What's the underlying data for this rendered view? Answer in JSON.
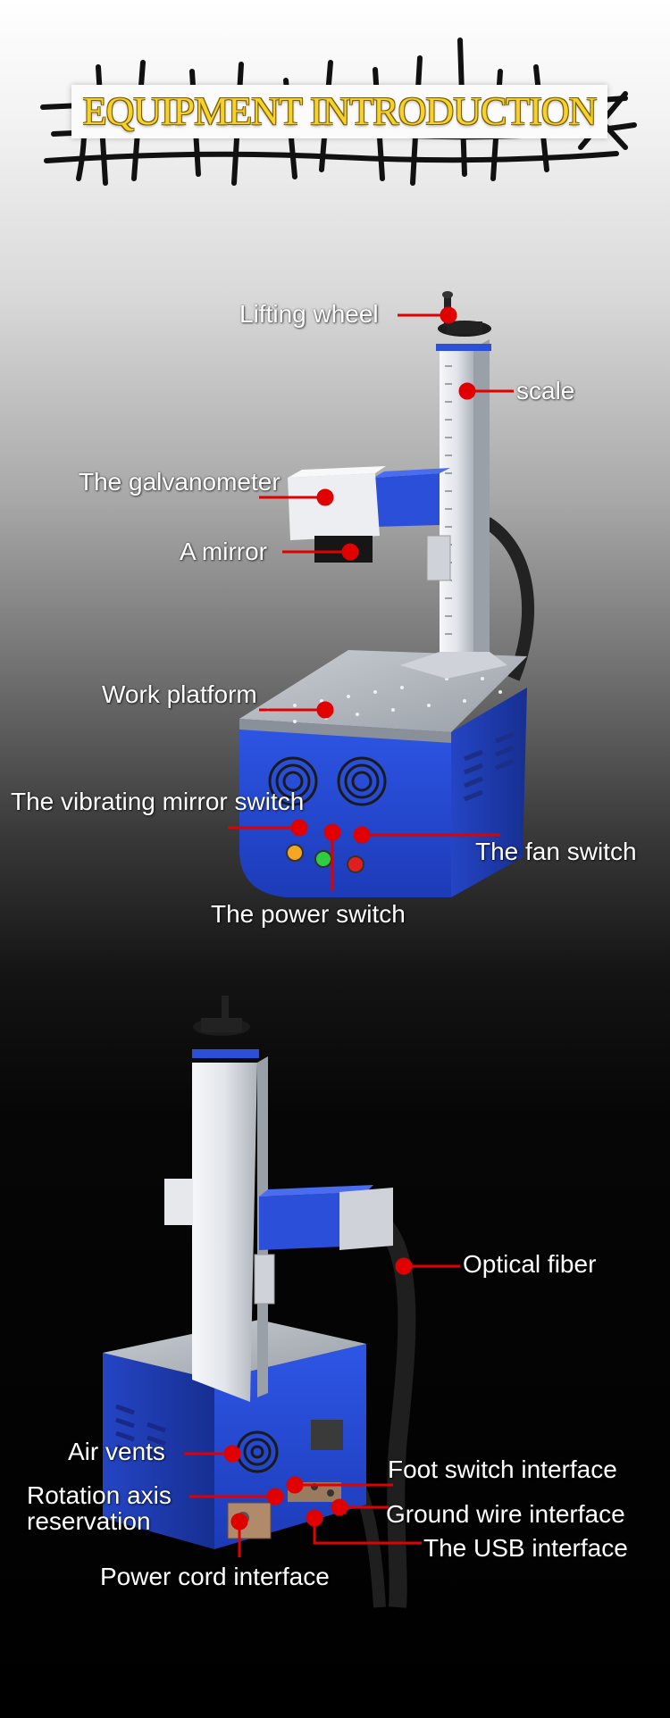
{
  "title": "EQUIPMENT INTRODUCTION",
  "front_view": {
    "labels": {
      "lifting_wheel": "Lifting wheel",
      "scale": "scale",
      "galvanometer": "The galvanometer",
      "mirror": "A mirror",
      "work_platform": "Work platform",
      "vibrating_mirror_switch": "The vibrating mirror switch",
      "fan_switch": "The fan switch",
      "power_switch": "The power switch"
    }
  },
  "rear_view": {
    "labels": {
      "optical_fiber": "Optical fiber",
      "air_vents": "Air vents",
      "foot_switch_interface": "Foot switch interface",
      "rotation_axis_line1": "Rotation axis",
      "rotation_axis_line2": "reservation",
      "ground_wire_interface": "Ground wire interface",
      "usb_interface": "The USB interface",
      "power_cord_interface": "Power cord interface"
    }
  },
  "colors": {
    "accent": "#e00000",
    "machine_blue": "#2b4fd8",
    "aluminium": "#dfe3ea",
    "title_gold": "#f5d22a"
  }
}
